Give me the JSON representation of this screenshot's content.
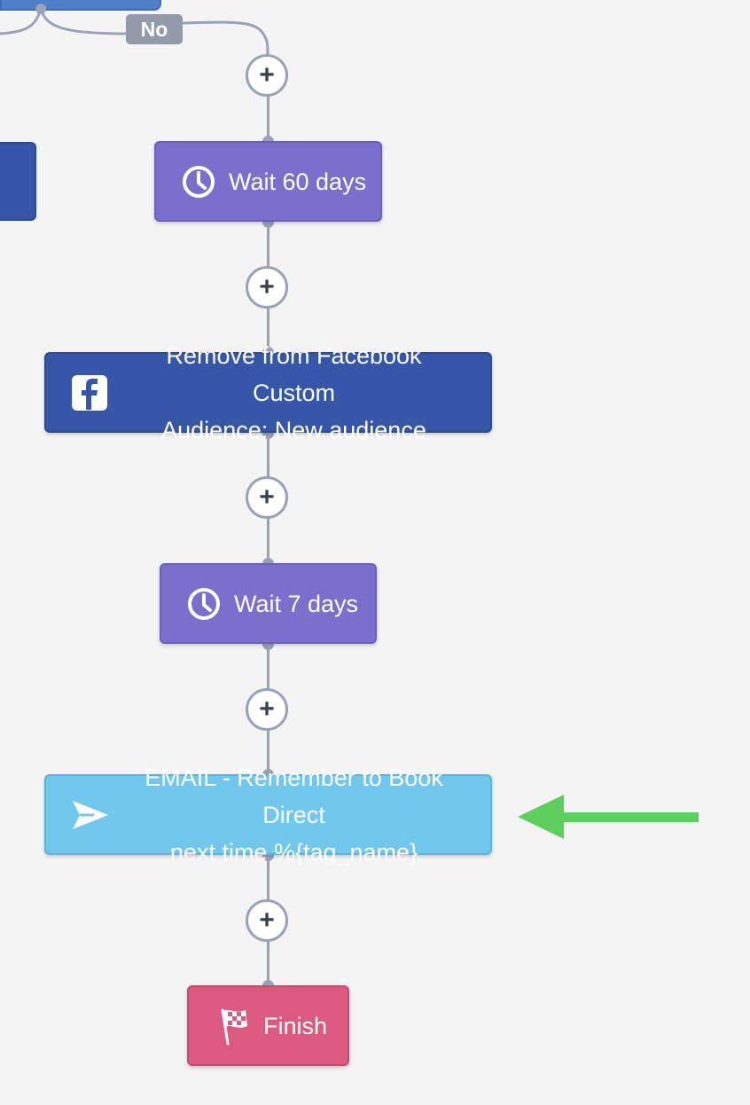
{
  "branch": {
    "no_label": "No"
  },
  "add_step_label": "+",
  "nodes": {
    "wait_60": {
      "label": "Wait 60 days",
      "icon": "clock-icon"
    },
    "facebook_remove": {
      "line1": "Remove from Facebook Custom",
      "line2": "Audience: New audience",
      "icon": "facebook-icon"
    },
    "wait_7": {
      "label": "Wait 7 days",
      "icon": "clock-icon"
    },
    "email": {
      "line1": "EMAIL - Remember to Book Direct",
      "line2": "next time %{tag_name}",
      "icon": "send-icon"
    },
    "finish": {
      "label": "Finish",
      "icon": "flag-icon"
    }
  },
  "colors": {
    "wait": "#7a6fcc",
    "facebook": "#3656a8",
    "email": "#72c7ec",
    "finish": "#dc5a80",
    "connector": "#9aa3b5",
    "arrow": "#5ccf5c"
  },
  "annotation": {
    "icon": "green-arrow-icon"
  }
}
